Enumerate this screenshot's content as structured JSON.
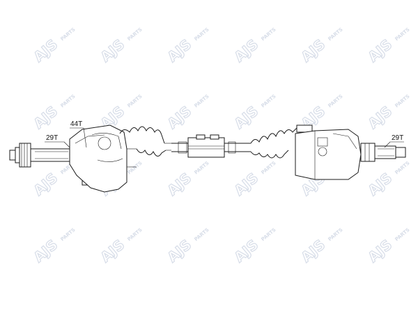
{
  "watermark": {
    "brand": "AJS",
    "sub": "PARTS"
  },
  "labels": {
    "outer_teeth_upper": "44T",
    "outer_spline": "29T",
    "inner_spline": "29T"
  },
  "colors": {
    "line": "#1a1a1a",
    "watermark": "#d7dde8",
    "background": "#ffffff"
  }
}
